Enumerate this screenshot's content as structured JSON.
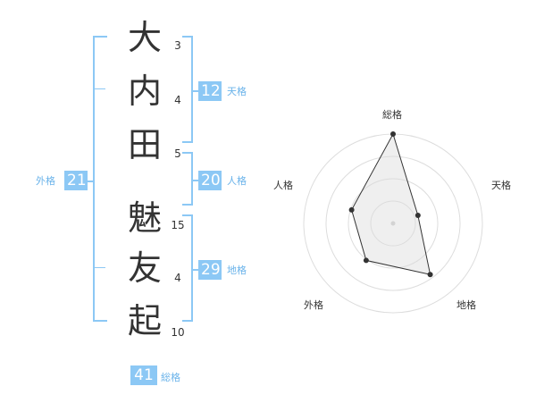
{
  "name": {
    "characters": [
      {
        "char": "大",
        "strokes": "3"
      },
      {
        "char": "内",
        "strokes": "4"
      },
      {
        "char": "田",
        "strokes": "5"
      },
      {
        "char": "魅",
        "strokes": "15"
      },
      {
        "char": "友",
        "strokes": "4"
      },
      {
        "char": "起",
        "strokes": "10"
      }
    ]
  },
  "kakusu": {
    "tenkaku": {
      "value": "12",
      "label": "天格"
    },
    "jinkaku": {
      "value": "20",
      "label": "人格"
    },
    "chikaku": {
      "value": "29",
      "label": "地格"
    },
    "gaikaku": {
      "value": "21",
      "label": "外格"
    },
    "soukaku": {
      "value": "41",
      "label": "総格"
    }
  },
  "accent_color": "#8cc8f5",
  "chart_data": {
    "type": "radar",
    "axes": [
      "総格",
      "天格",
      "地格",
      "外格",
      "人格"
    ],
    "values": [
      41,
      12,
      29,
      21,
      20
    ],
    "range": [
      0,
      41
    ],
    "rings": 4
  }
}
